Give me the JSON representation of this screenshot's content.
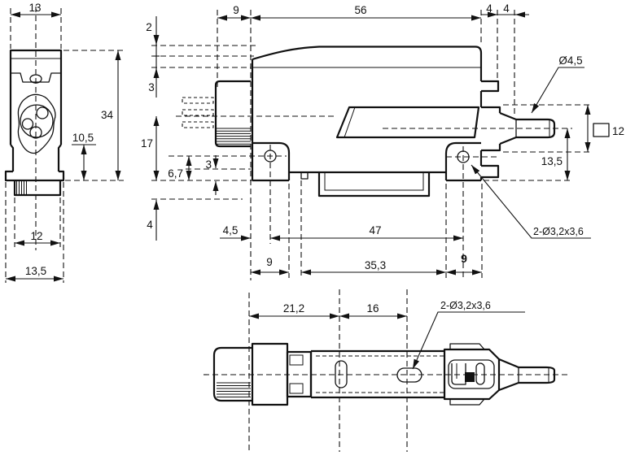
{
  "drawing": {
    "type": "technical-drawing",
    "background": "#ffffff",
    "line_color": "#111111",
    "views": {
      "left_view": "connector end view",
      "main_view": "side view of sensor amplifier",
      "bottom_view": "bottom view"
    },
    "labels": {
      "left": {
        "w13": "13",
        "h34": "34",
        "h105": "10,5",
        "w12": "12",
        "w135": "13,5"
      },
      "main": {
        "d2": "2",
        "d3": "3",
        "d9": "9",
        "d56": "56",
        "d4a": "4",
        "d4b": "4",
        "dia45": "Ø4,5",
        "sq12": "12",
        "d135": "13,5",
        "d17": "17",
        "d67": "6,7",
        "d3b": "3",
        "d4c": "4",
        "d45": "4,5",
        "d47": "47",
        "d9l": "9",
        "d353": "35,3",
        "d9r": "9",
        "holes": "2-Ø3,2x3,6"
      },
      "bottom": {
        "d212": "21,2",
        "d16": "16",
        "holes": "2-Ø3,2x3,6"
      }
    }
  }
}
